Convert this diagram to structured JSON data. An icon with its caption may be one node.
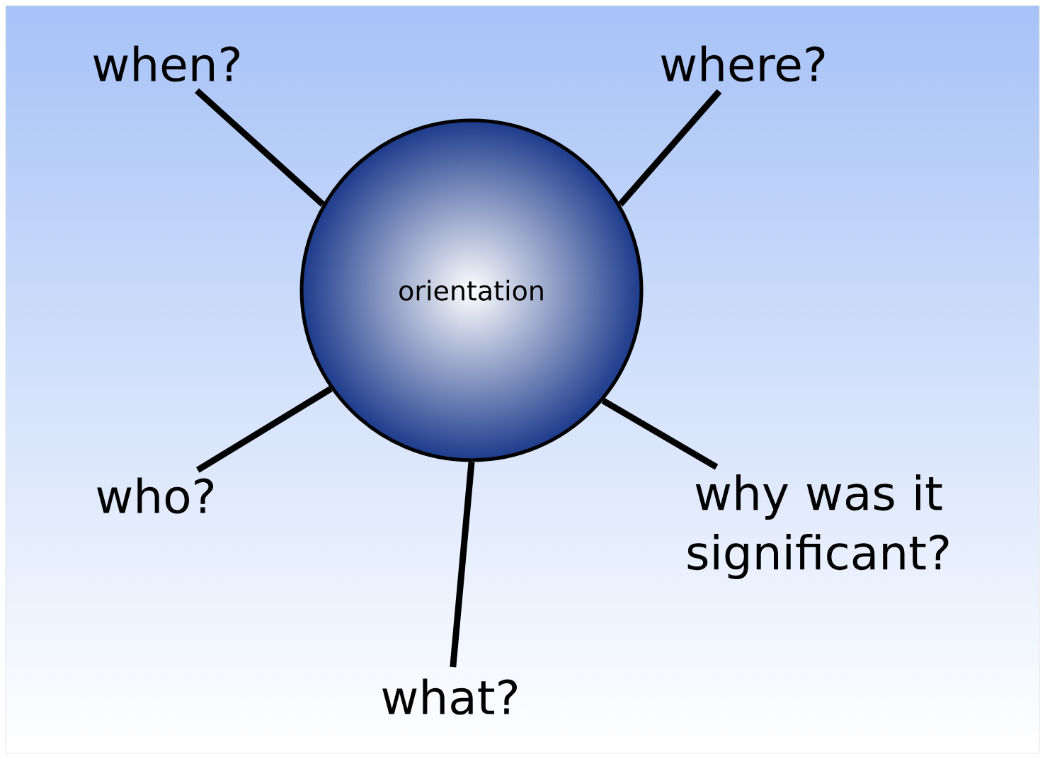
{
  "diagram": {
    "nodes": [
      {
        "text": [
          "orientation"
        ]
      },
      {
        "text": [
          "when?"
        ]
      },
      {
        "text": [
          "where?"
        ]
      },
      {
        "text": [
          "who?"
        ]
      },
      {
        "text": [
          "why was it significant?"
        ]
      },
      {
        "text": [
          "what?"
        ]
      }
    ],
    "edges": [
      {
        "from": 0,
        "to": 1,
        "arrow": "none"
      },
      {
        "from": 0,
        "to": 2,
        "arrow": "none"
      },
      {
        "from": 0,
        "to": 3,
        "arrow": "none"
      },
      {
        "from": 0,
        "to": 4,
        "arrow": "none"
      },
      {
        "from": 0,
        "to": 5,
        "arrow": "none"
      }
    ]
  }
}
